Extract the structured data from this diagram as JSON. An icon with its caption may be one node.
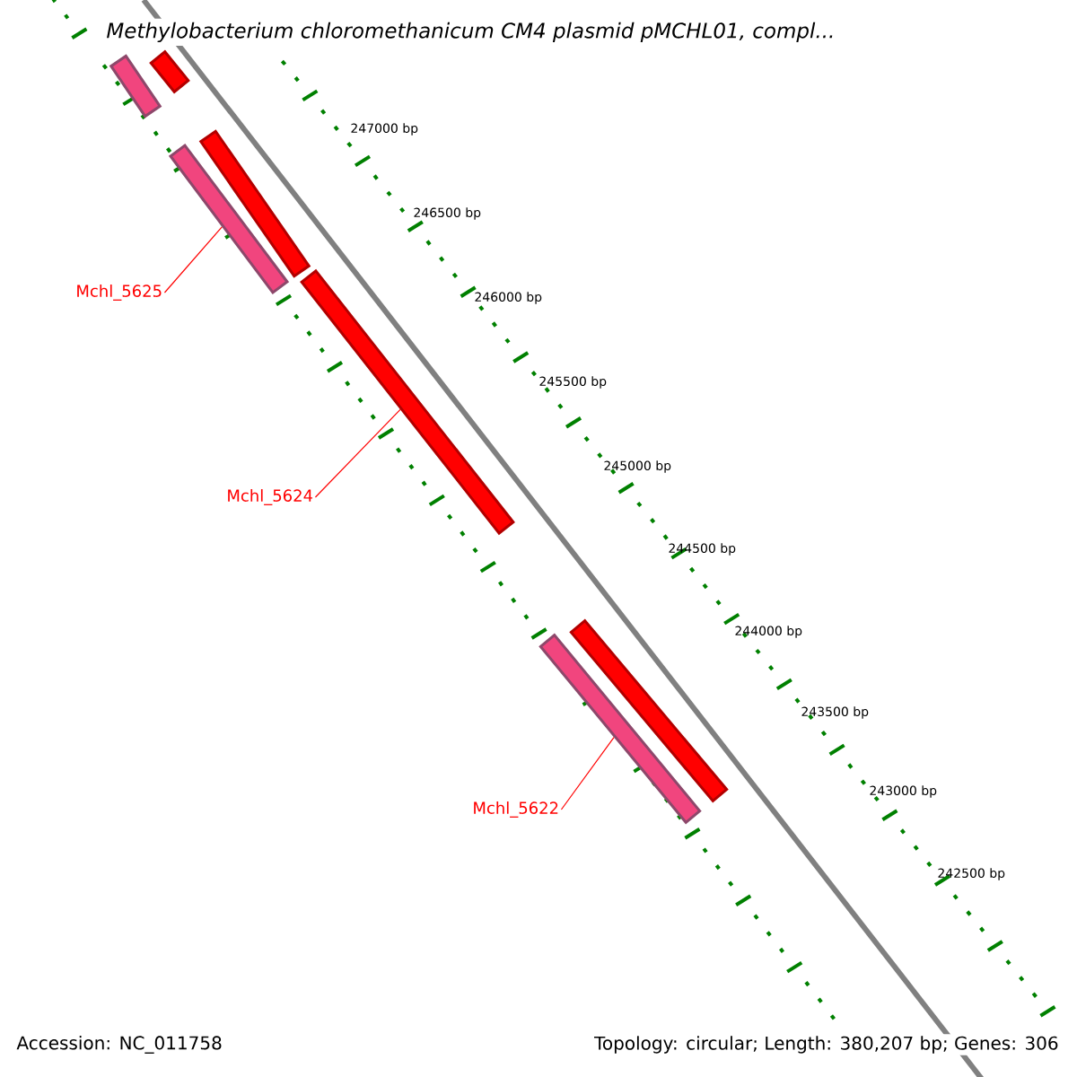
{
  "diagram": {
    "title": "Methylobacterium chloromethanicum CM4 plasmid pMCHL01, compl...",
    "nodes": [
      {
        "text": [],
        "shape": "bar"
      },
      {
        "text": [],
        "shape": "bar"
      },
      {
        "text": [],
        "shape": "bar"
      },
      {
        "text": [],
        "shape": "bar"
      },
      {
        "text": [],
        "shape": "bar"
      },
      {
        "text": [],
        "shape": "bar"
      },
      {
        "text": [],
        "shape": "bar"
      },
      {
        "text": [
          "Mchl_5625"
        ]
      },
      {
        "text": [
          "Mchl_5624"
        ]
      },
      {
        "text": [
          "Mchl_5622"
        ]
      }
    ],
    "edges": [
      {
        "from": 7,
        "to": 3,
        "arrow": "none"
      },
      {
        "from": 8,
        "to": 4,
        "arrow": "none"
      },
      {
        "from": 9,
        "to": 6,
        "arrow": "none"
      }
    ],
    "labels": [
      "247000 bp",
      "246500 bp",
      "246000 bp",
      "245500 bp",
      "245000 bp",
      "244500 bp",
      "244000 bp",
      "243500 bp",
      "243000 bp",
      "242500 bp",
      "Accession: NC_011758",
      "Topology: circular; Length: 380,207 bp; Genes: 306"
    ]
  }
}
